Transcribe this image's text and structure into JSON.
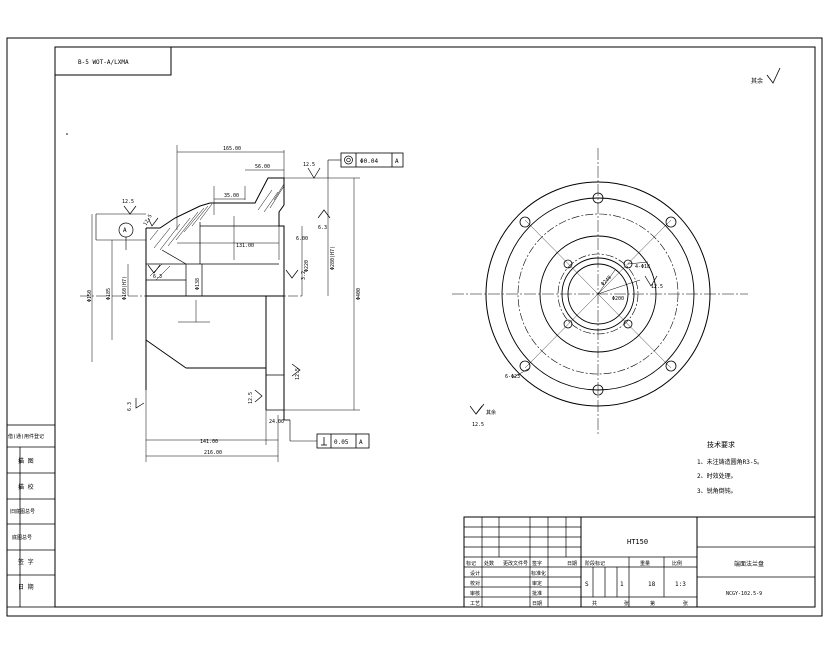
{
  "drawing": {
    "code_box": "B-5 WOT-A/LXMA",
    "surface_note": {
      "label": "其余"
    }
  },
  "section_view": {
    "dims": {
      "d_top_long": "165.00",
      "d_top_short": "35.00",
      "d_inner_top": "56.00",
      "d_step": "131.00",
      "d_small": "6.00",
      "d_bottom_long": "141.00",
      "d_bottom_total": "216.00",
      "d_end": "24.00",
      "d_dia1": "Φ150",
      "d_dia2": "Φ185",
      "d_dia_inner": "Φ160(H7)",
      "d_dia_right1": "Φ220",
      "d_dia_right2": "Φ280(H7)",
      "d_dia_outer": "Φ400",
      "d_dia_center": "Φ138"
    },
    "roughness": {
      "r1": "12.5",
      "r2": "12.5",
      "r3": "6.3",
      "r4": "12.5",
      "r5": "6.3",
      "r6": "3.2",
      "r7": "6.3",
      "r8": "12.5",
      "r9": "12.5",
      "r10": "6.3"
    },
    "gdt": {
      "concentric_value": "Φ0.04",
      "concentric_datum": "A",
      "perp_value": "0.05",
      "perp_datum": "A",
      "datum_label": "A"
    }
  },
  "plan_view": {
    "hole_note": "4-Φ18",
    "bolt_note": "6-Φ23",
    "pcd_label": "Φ240",
    "pcd_label2": "Φ200",
    "roughness": "12.5",
    "legend_value": "12.5",
    "legend_text": "其余"
  },
  "tech_requirements": {
    "title": "技术要求",
    "items": [
      "1、未注铸造圆角R3-5。",
      "2、时效处理。",
      "3、锐角倒钝。"
    ]
  },
  "left_strip": {
    "labels": [
      "借(通)用件登记",
      "描 图",
      "描 校",
      "旧底图总号",
      "底图总号",
      "签 字",
      "日 期"
    ]
  },
  "title_block": {
    "material": "HT150",
    "part_name": "端面法兰盘",
    "drawing_no": "NCGY-102.5-9",
    "headers_left": [
      "标记",
      "处数",
      "更改文件号",
      "签字",
      "日期"
    ],
    "roles_left": [
      "设计",
      "校对",
      "审核",
      "工艺"
    ],
    "roles_mid": [
      "标准化",
      "审定",
      "批准",
      "日期"
    ],
    "col_labels": [
      "阶段标记",
      "重量",
      "比例"
    ],
    "stage": "S",
    "count1": "1",
    "weight": "18",
    "scale": "1:3",
    "sheet_labels": [
      "共",
      "张",
      "第",
      "张"
    ]
  }
}
